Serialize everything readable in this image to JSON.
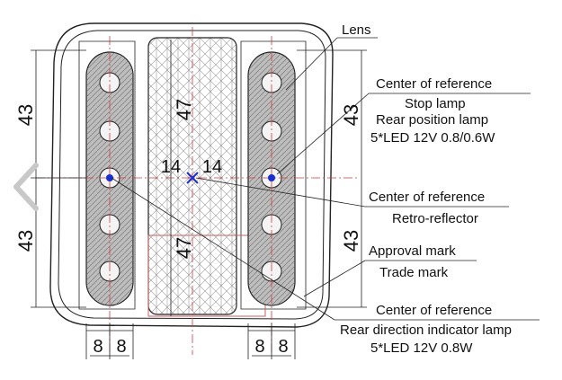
{
  "annotations": {
    "lens": "Lens",
    "center_ref_1": "Center of reference",
    "stop_lamp": "Stop lamp",
    "rear_position_lamp": "Rear position lamp",
    "led_spec_1": "5*LED 12V 0.8/0.6W",
    "center_ref_2": "Center of reference",
    "retro_reflector": "Retro-reflector",
    "approval_mark": "Approval mark",
    "trade_mark": "Trade mark",
    "center_ref_3": "Center of reference",
    "rear_direction_indicator": "Rear direction indicator lamp",
    "led_spec_2": "5*LED 12V 0.8W"
  },
  "dimensions": {
    "left_upper": "43",
    "left_lower": "43",
    "right_upper": "43",
    "right_lower": "43",
    "center_upper": "47",
    "center_lower": "47",
    "horiz_left": "14",
    "horiz_right": "14",
    "bottom_1": "8",
    "bottom_2": "8",
    "bottom_3": "8",
    "bottom_4": "8"
  },
  "colors": {
    "line": "#222222",
    "centerline": "#d23a3a",
    "lens_fill": "#b8b8b8",
    "reference_mark": "#1a2fd0",
    "nav_arrow": "#c8c8c8"
  },
  "icons": {
    "nav": "chevron-left-icon"
  }
}
